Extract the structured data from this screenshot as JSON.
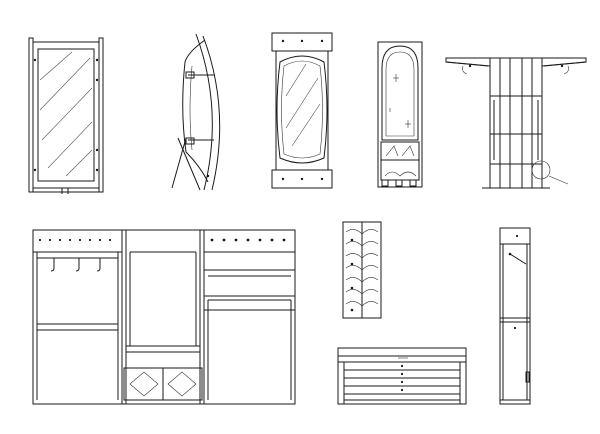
{
  "drawing": {
    "caption": "",
    "line_color": "#1a1a1a",
    "background": "#ffffff"
  },
  "elevations": [
    {
      "id": "framed-mirror-stand"
    },
    {
      "id": "curved-mirror-stand"
    },
    {
      "id": "panel-mirror"
    },
    {
      "id": "arched-mirror-shoe-cabinet"
    },
    {
      "id": "hall-stand-with-hooks"
    },
    {
      "id": "wardrobe-elevation"
    },
    {
      "id": "rotating-shoe-rack"
    },
    {
      "id": "flat-drawer-chest"
    },
    {
      "id": "narrow-locker"
    }
  ]
}
